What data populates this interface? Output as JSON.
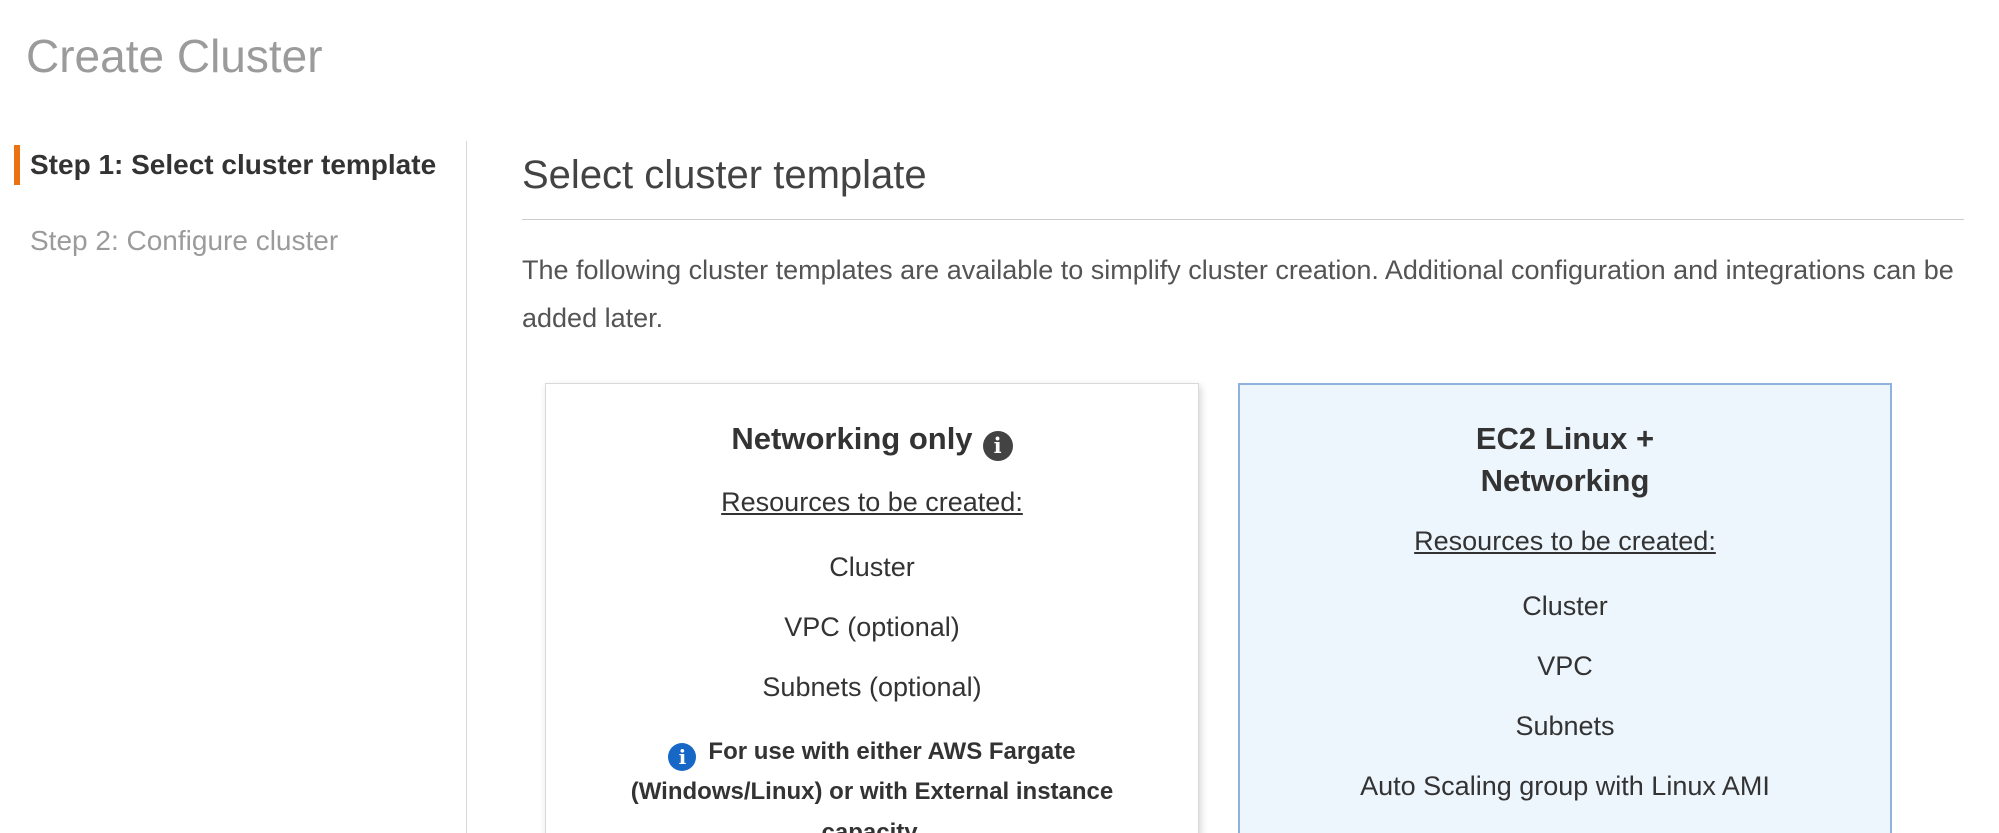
{
  "page": {
    "title": "Create Cluster"
  },
  "steps": {
    "step1": {
      "label": "Step 1: Select cluster template",
      "active": true
    },
    "step2": {
      "label": "Step 2: Configure cluster",
      "active": false
    }
  },
  "content": {
    "heading": "Select cluster template",
    "description": "The following cluster templates are available to simplify cluster creation. Additional configuration and integrations can be added later.",
    "cards": {
      "networking_only": {
        "title": "Networking only",
        "resources_label": "Resources to be created:",
        "resources": [
          "Cluster",
          "VPC (optional)",
          "Subnets (optional)"
        ],
        "note": "For use with either AWS Fargate (Windows/Linux) or with External instance capacity.",
        "selected": false
      },
      "ec2_linux_networking": {
        "title": "EC2 Linux + Networking",
        "resources_label": "Resources to be created:",
        "resources": [
          "Cluster",
          "VPC",
          "Subnets",
          "Auto Scaling group with Linux AMI"
        ],
        "selected": true
      }
    }
  },
  "icons": {
    "info_glyph": "i"
  },
  "colors": {
    "accent_orange": "#ec7211",
    "page_title_gray": "#9b9b9b",
    "selected_card_bg": "#edf5fd",
    "selected_card_border": "#8fb3dd",
    "info_icon_dark": "#434343",
    "info_icon_blue": "#1667c6"
  }
}
